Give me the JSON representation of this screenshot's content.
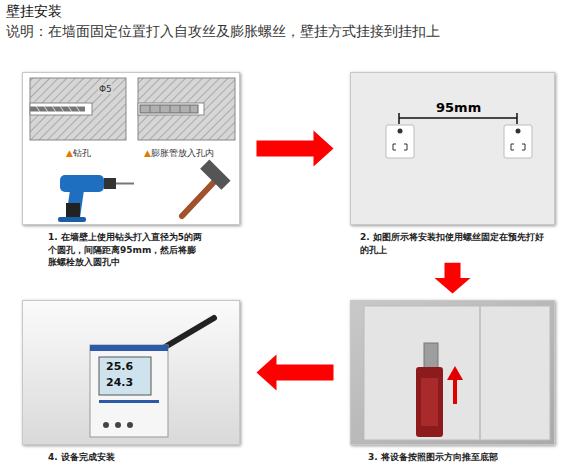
{
  "diagram": {
    "title": "壁挂安装",
    "nodes": [
      {
        "text": [
          "1. 在墙壁上使用钻头打入直径为5的两个圆孔，间隔距离95mm，然后将膨胀螺栓放入圆孔中"
        ]
      },
      {
        "text": [
          "2. 如图所示将安装扣使用螺丝固定在预先打好的孔上"
        ]
      },
      {
        "text": [
          "3. 将设备按照图示方向推至底部"
        ]
      },
      {
        "text": [
          "4. 设备完成安装"
        ]
      }
    ],
    "edges": [
      {
        "from": 0,
        "to": 1,
        "arrow": "to"
      },
      {
        "from": 1,
        "to": 2,
        "arrow": "to"
      },
      {
        "from": 2,
        "to": 3,
        "arrow": "to"
      }
    ],
    "labels": [
      "说明：在墙面固定位置打入自攻丝及膨胀螺丝，壁挂方式挂接到挂扣上",
      "Φ5",
      "▲钻孔",
      "▲膨胀管放入孔内",
      "95mm",
      "25.6",
      "24.3"
    ]
  }
}
